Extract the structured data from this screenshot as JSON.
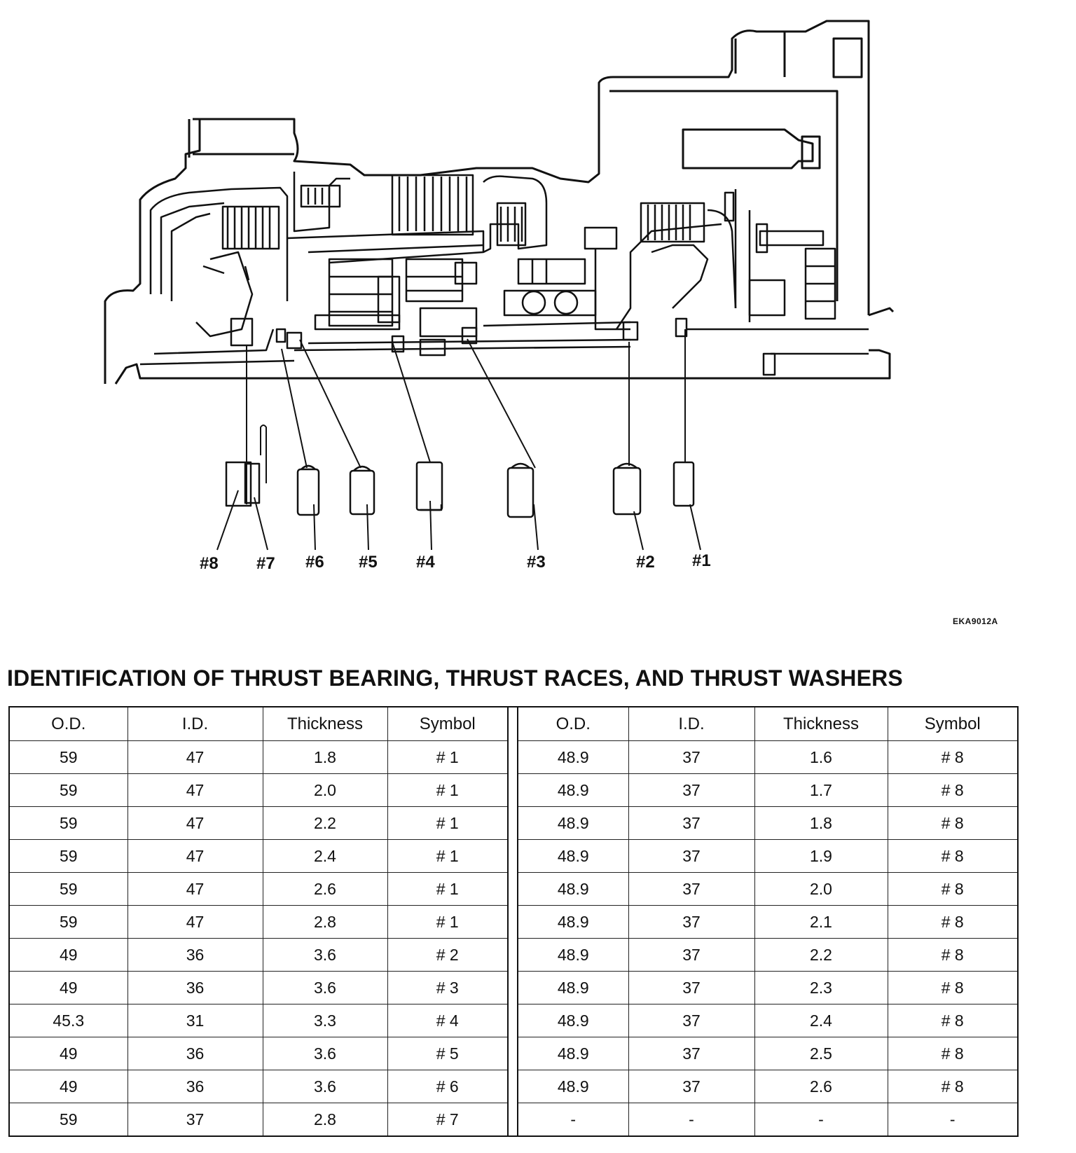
{
  "diagram": {
    "labels": [
      "#8",
      "#7",
      "#6",
      "#5",
      "#4",
      "#3",
      "#2",
      "#1"
    ],
    "figure_code": "EKA9012A"
  },
  "title": "IDENTIFICATION OF THRUST BEARING, THRUST RACES, AND THRUST WASHERS",
  "table": {
    "headers": [
      "O.D.",
      "I.D.",
      "Thickness",
      "Symbol"
    ],
    "left_rows": [
      [
        "59",
        "47",
        "1.8",
        "# 1"
      ],
      [
        "59",
        "47",
        "2.0",
        "# 1"
      ],
      [
        "59",
        "47",
        "2.2",
        "# 1"
      ],
      [
        "59",
        "47",
        "2.4",
        "# 1"
      ],
      [
        "59",
        "47",
        "2.6",
        "# 1"
      ],
      [
        "59",
        "47",
        "2.8",
        "# 1"
      ],
      [
        "49",
        "36",
        "3.6",
        "# 2"
      ],
      [
        "49",
        "36",
        "3.6",
        "# 3"
      ],
      [
        "45.3",
        "31",
        "3.3",
        "# 4"
      ],
      [
        "49",
        "36",
        "3.6",
        "# 5"
      ],
      [
        "49",
        "36",
        "3.6",
        "# 6"
      ],
      [
        "59",
        "37",
        "2.8",
        "# 7"
      ]
    ],
    "right_rows": [
      [
        "48.9",
        "37",
        "1.6",
        "# 8"
      ],
      [
        "48.9",
        "37",
        "1.7",
        "# 8"
      ],
      [
        "48.9",
        "37",
        "1.8",
        "# 8"
      ],
      [
        "48.9",
        "37",
        "1.9",
        "# 8"
      ],
      [
        "48.9",
        "37",
        "2.0",
        "# 8"
      ],
      [
        "48.9",
        "37",
        "2.1",
        "# 8"
      ],
      [
        "48.9",
        "37",
        "2.2",
        "# 8"
      ],
      [
        "48.9",
        "37",
        "2.3",
        "# 8"
      ],
      [
        "48.9",
        "37",
        "2.4",
        "# 8"
      ],
      [
        "48.9",
        "37",
        "2.5",
        "# 8"
      ],
      [
        "48.9",
        "37",
        "2.6",
        "# 8"
      ],
      [
        "-",
        "-",
        "-",
        "-"
      ]
    ]
  }
}
